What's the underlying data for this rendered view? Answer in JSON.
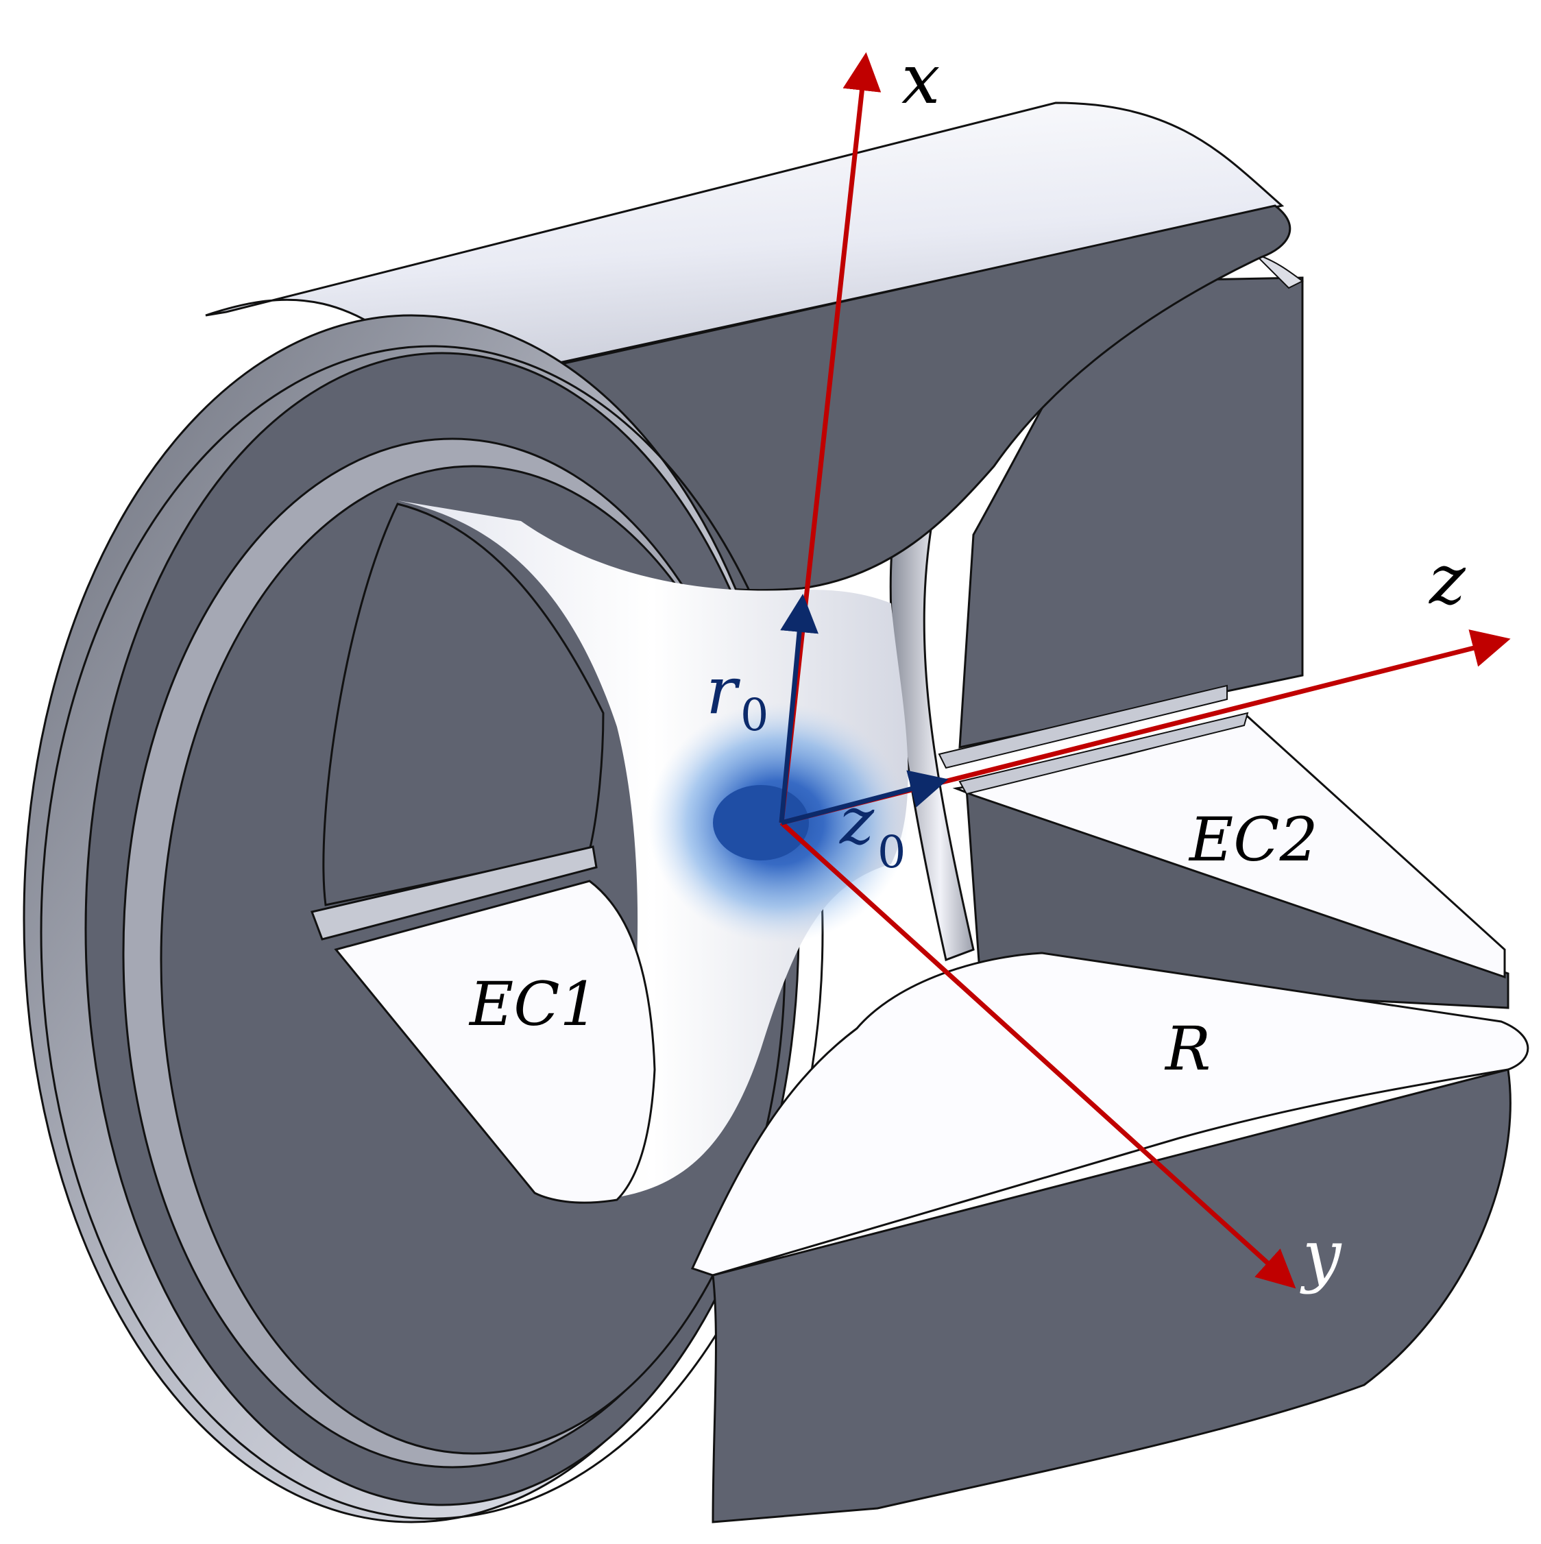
{
  "labels": {
    "axis_x": "x",
    "axis_y": "y",
    "axis_z": "z",
    "r0_main": "r",
    "r0_sub": "0",
    "z0_main": "z",
    "z0_sub": "0",
    "ec1": "EC1",
    "ec2": "EC2",
    "ring": "R"
  },
  "colors": {
    "axis": "#c00000",
    "dim_arrow": "#0c2a6b",
    "metal_dark": "#5e626e",
    "metal_mid": "#9da0ab",
    "metal_light": "#f4f5fb",
    "edge": "#111111",
    "ion_cloud": "#2a5ab8"
  }
}
